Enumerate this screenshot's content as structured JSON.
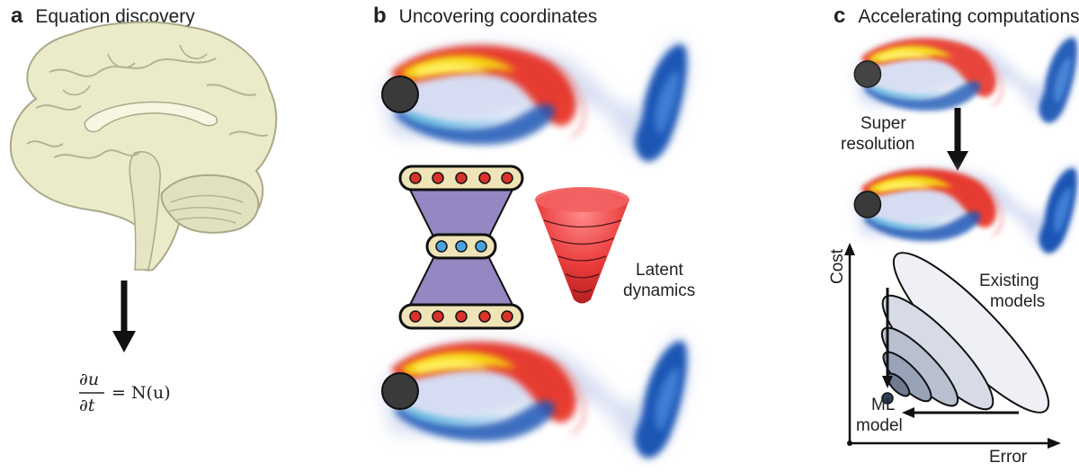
{
  "panels": {
    "a": {
      "letter": "a",
      "title": "Equation discovery",
      "equation": {
        "numerator": "∂u",
        "denominator": "∂t",
        "rhs": "= N(u)"
      }
    },
    "b": {
      "letter": "b",
      "title": "Uncovering coordinates",
      "latent_label_1": "Latent",
      "latent_label_2": "dynamics"
    },
    "c": {
      "letter": "c",
      "title": "Accelerating computations",
      "super_1": "Super",
      "super_2": "resolution",
      "cost": "Cost",
      "error": "Error",
      "existing_1": "Existing",
      "existing_2": "models",
      "ml_1": "ML",
      "ml_2": "model"
    }
  },
  "colors": {
    "brain": "#ecebc9",
    "brain_outline": "#a9a98a",
    "flow_red": "#e8291f",
    "flow_yellow": "#f6d80a",
    "flow_blue": "#1f56b5",
    "flow_cyan": "#5cc3e6",
    "cylinder": "#3a3a3a",
    "autoencoder": "#9587c2",
    "node_red": "#d8332a",
    "node_blue": "#4aa3dd",
    "cone": "#ea3b3b",
    "ellipse": "#6f7c90"
  },
  "icons": [
    "brain-icon",
    "down-arrow-icon",
    "vortex-flow-icon",
    "autoencoder-icon",
    "cone-icon",
    "cost-error-plot-icon"
  ]
}
